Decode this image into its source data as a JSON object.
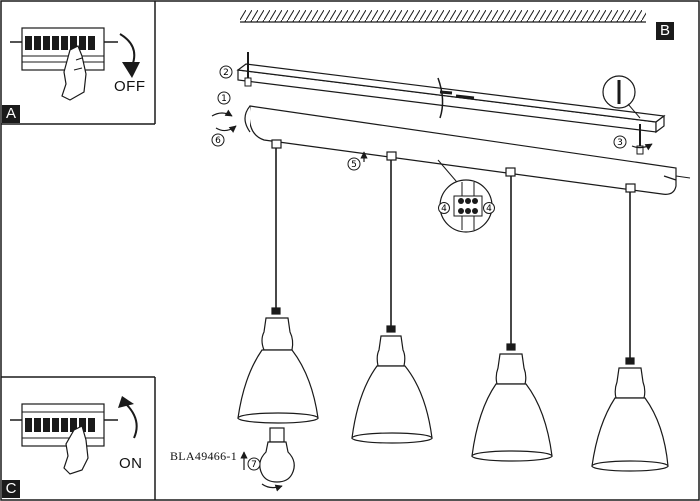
{
  "panels": {
    "a": {
      "letter": "A",
      "switch_text": "OFF",
      "icon": "breaker-switch-off-icon"
    },
    "b": {
      "letter": "B"
    },
    "c": {
      "letter": "C",
      "switch_text": "ON",
      "icon": "breaker-switch-on-icon"
    }
  },
  "steps": [
    "1",
    "2",
    "3",
    "4",
    "5",
    "6",
    "7"
  ],
  "product_code": "BLA49466-1",
  "colors": {
    "line": "#1a1a1a",
    "shade_fill": "#ffffff",
    "letter_bg": "#1a1a1a"
  }
}
